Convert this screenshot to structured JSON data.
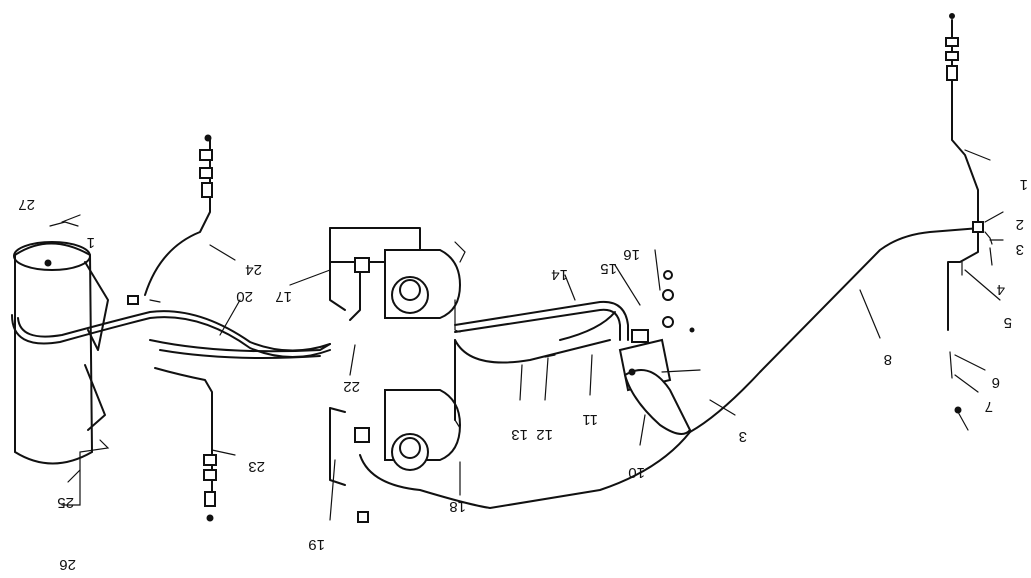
{
  "callouts": [
    {
      "id": "c1a",
      "text": "1"
    },
    {
      "id": "c1b",
      "text": "1"
    },
    {
      "id": "c2",
      "text": "2"
    },
    {
      "id": "c3a",
      "text": "3"
    },
    {
      "id": "c3b",
      "text": "3"
    },
    {
      "id": "c4",
      "text": "4"
    },
    {
      "id": "c5",
      "text": "5"
    },
    {
      "id": "c6",
      "text": "6"
    },
    {
      "id": "c7",
      "text": "7"
    },
    {
      "id": "c8",
      "text": "8"
    },
    {
      "id": "c10",
      "text": "10"
    },
    {
      "id": "c11",
      "text": "11"
    },
    {
      "id": "c12",
      "text": "12"
    },
    {
      "id": "c13",
      "text": "13"
    },
    {
      "id": "c14",
      "text": "14"
    },
    {
      "id": "c15",
      "text": "15"
    },
    {
      "id": "c16",
      "text": "16"
    },
    {
      "id": "c17",
      "text": "17"
    },
    {
      "id": "c18",
      "text": "18"
    },
    {
      "id": "c19",
      "text": "19"
    },
    {
      "id": "c20",
      "text": "20"
    },
    {
      "id": "c22",
      "text": "22"
    },
    {
      "id": "c23",
      "text": "23"
    },
    {
      "id": "c24",
      "text": "24"
    },
    {
      "id": "c25",
      "text": "25"
    },
    {
      "id": "c26",
      "text": "26"
    },
    {
      "id": "c27",
      "text": "27"
    }
  ]
}
